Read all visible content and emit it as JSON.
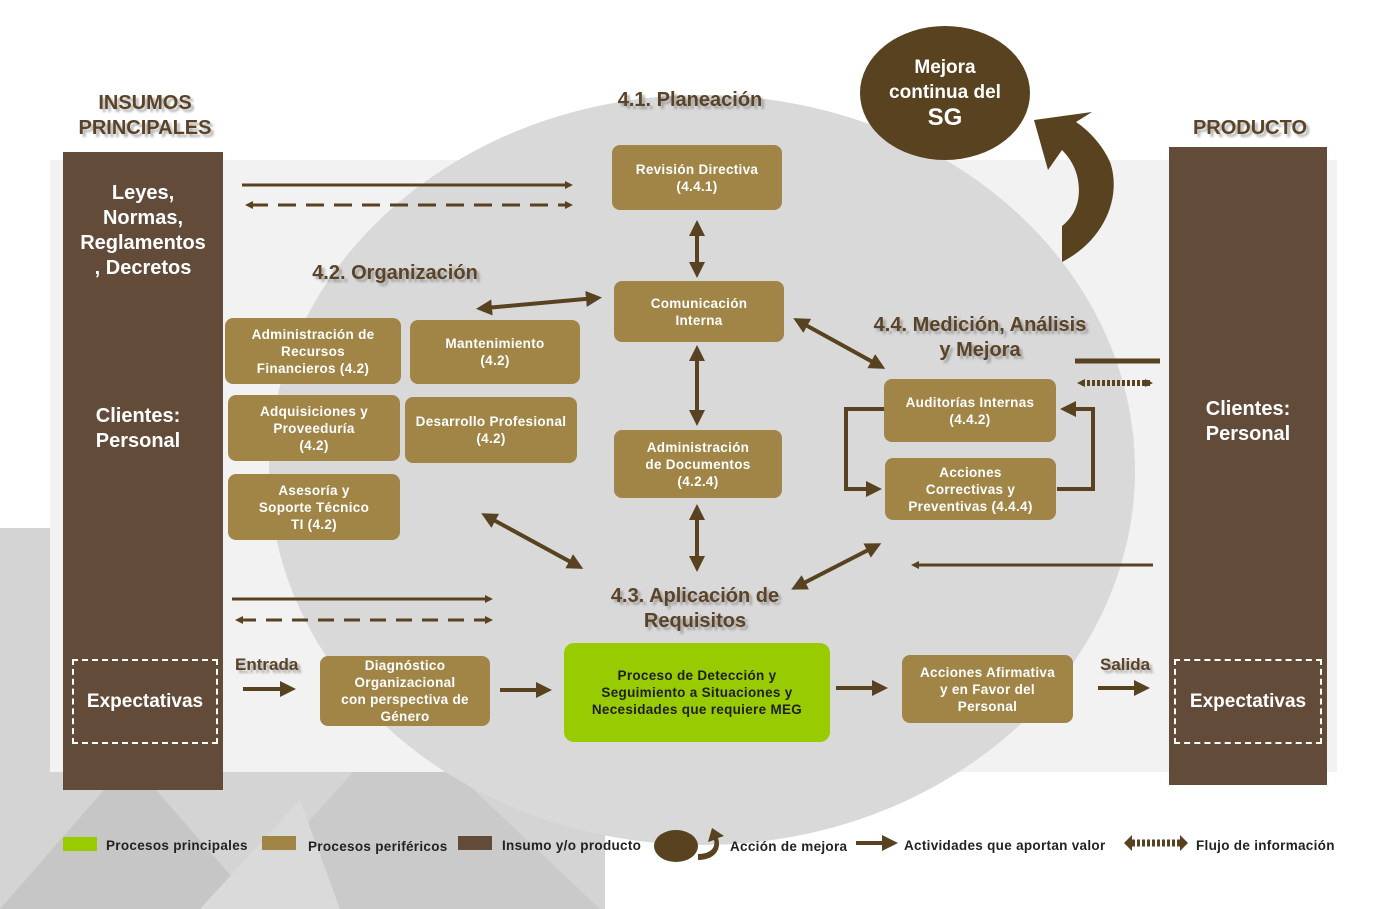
{
  "colors": {
    "peripheral": "#a08547",
    "main_process": "#99cc00",
    "insumo": "#634b3a",
    "arrow": "#58421f",
    "ellipse": "#d9d9d9"
  },
  "left_column": {
    "title": "INSUMOS\nPRINCIPALES",
    "item1": "Leyes,\nNormas,\nReglamentos\n, Decretos",
    "item2": "Clientes:\nPersonal",
    "expectativas": "Expectativas"
  },
  "right_column": {
    "title": "PRODUCTO",
    "item1": "Clientes:\nPersonal",
    "expectativas": "Expectativas"
  },
  "mejora": {
    "line1": "Mejora\ncontinua del",
    "line2": "SG"
  },
  "sections": {
    "planeacion": "4.1. Planeación",
    "organizacion": "4.2. Organización",
    "aplicacion": "4.3. Aplicación de\nRequisitos",
    "medicion": "4.4. Medición, Análisis\ny Mejora"
  },
  "boxes": {
    "revision": "Revisión  Directiva\n(4.4.1)",
    "comunicacion": "Comunicación\nInterna",
    "admin_docs": "Administración\nde Documentos\n(4.2.4)",
    "admin_recursos": "Administración  de\nRecursos\nFinancieros  (4.2)",
    "mantenimiento": "Mantenimiento\n(4.2)",
    "adquisiciones": "Adquisiciones y\nProveeduría\n(4.2)",
    "desarrollo": "Desarrollo Profesional\n(4.2)",
    "asesoria": "Asesoría  y\nSoporte Técnico\nTI  (4.2)",
    "auditorias": "Auditorías  Internas\n(4.4.2)",
    "acciones_correctivas": "Acciones\nCorrectivas y\nPreventivas (4.4.4)",
    "diagnostico": "Diagnóstico\nOrganizacional\ncon perspectiva de\nGénero",
    "proceso_main": "Proceso de Detección y\nSeguimiento a Situaciones y\nNecesidades que requiere MEG",
    "acciones_afirmativa": "Acciones  Afirmativa\ny en Favor del\nPersonal"
  },
  "flow_labels": {
    "entrada": "Entrada",
    "salida": "Salida"
  },
  "legend": {
    "principales": "Procesos principales",
    "perifericos": "Procesos periféricos",
    "insumo": "Insumo y/o producto",
    "mejora": "Acción  de mejora",
    "valor": "Actividades  que aportan valor",
    "flujo": "Flujo de información"
  }
}
